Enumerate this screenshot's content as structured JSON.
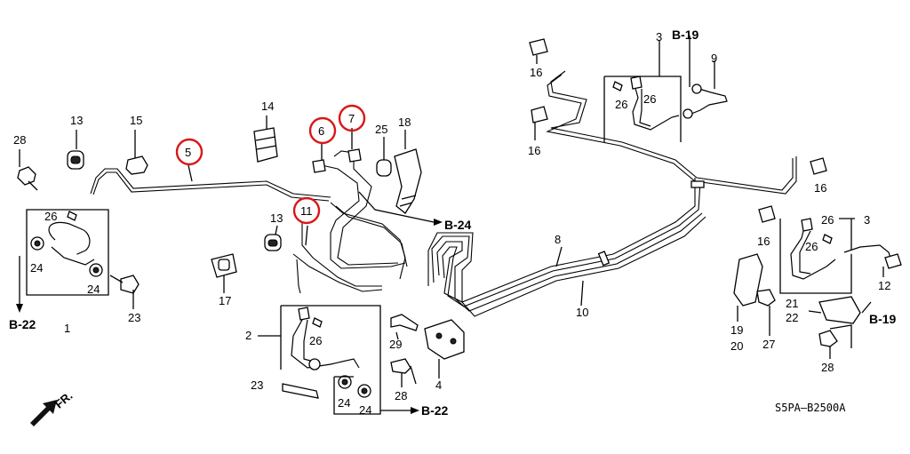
{
  "diagram": {
    "code": "S5PA—B2500A",
    "direction": "FR.",
    "highlighted": [
      "5",
      "6",
      "7",
      "11"
    ],
    "labels": {
      "l1": "1",
      "l2": "2",
      "l3a": "3",
      "l3b": "3",
      "l4": "4",
      "l5": "5",
      "l6": "6",
      "l7": "7",
      "l8": "8",
      "l9": "9",
      "l10": "10",
      "l11": "11",
      "l12": "12",
      "l13a": "13",
      "l13b": "13",
      "l14": "14",
      "l15": "15",
      "l16a": "16",
      "l16b": "16",
      "l16c": "16",
      "l16d": "16",
      "l17": "17",
      "l18": "18",
      "l19": "19",
      "l20": "20",
      "l21": "21",
      "l22": "22",
      "l23a": "23",
      "l23b": "23",
      "l24a": "24",
      "l24b": "24",
      "l24c": "24",
      "l24d": "24",
      "l25": "25",
      "l26a": "26",
      "l26b": "26",
      "l26c": "26",
      "l26d": "26",
      "l26e": "26",
      "l26f": "26",
      "l27": "27",
      "l28a": "28",
      "l28b": "28",
      "l28c": "28",
      "l29": "29"
    },
    "refs": {
      "b22a": "B-22",
      "b22b": "B-22",
      "b24": "B-24",
      "b19a": "B-19",
      "b19b": "B-19"
    },
    "colors": {
      "highlight": "#d81818",
      "ink": "#000000"
    }
  }
}
